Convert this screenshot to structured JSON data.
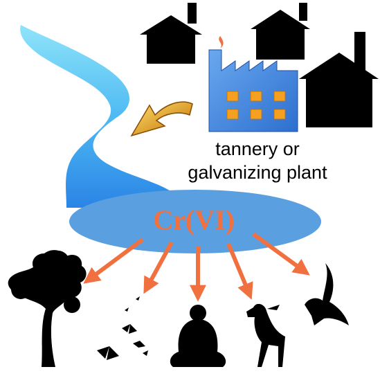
{
  "plant_label_line1": "tannery or",
  "plant_label_line2": "galvanizing plant",
  "pollutant_label": "Cr(VI)",
  "colors": {
    "river_light": "#6fd6f5",
    "river_dark": "#2f8ee8",
    "pool": "#5aa0e0",
    "factory": "#4a8fdc",
    "arrow": "#f07040",
    "bent_arrow": "#f0c000",
    "silhouette": "#000000"
  },
  "icons": [
    "house-icon",
    "factory-icon",
    "smoke-icon",
    "curved-arrow-icon",
    "tree-icon",
    "butterflies-icon",
    "buddha-icon",
    "deer-icon",
    "bird-icon"
  ]
}
